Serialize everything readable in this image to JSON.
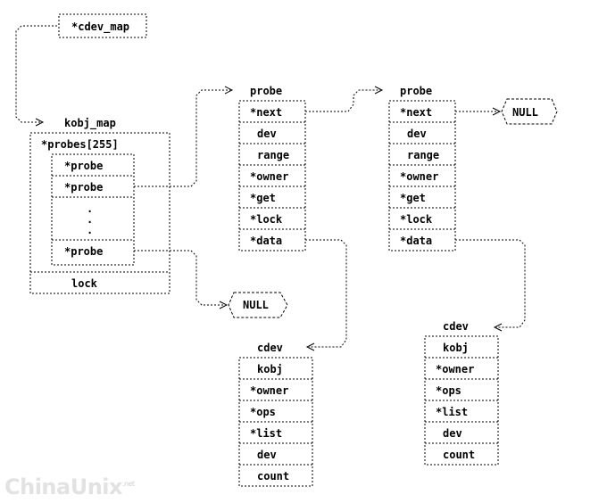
{
  "cdev_map": "*cdev_map",
  "kobj_map": {
    "title": "kobj_map",
    "probes": "*probes[255]",
    "probe1": "*probe",
    "probe2": "*probe",
    "dot1": ".",
    "dot2": ".",
    "dot3": ".",
    "probe3": "*probe",
    "lock": "lock"
  },
  "probe_a": {
    "title": "probe",
    "fields": [
      "*next",
      "dev",
      "range",
      "*owner",
      "*get",
      "*lock",
      "*data"
    ]
  },
  "probe_b": {
    "title": "probe",
    "fields": [
      "*next",
      "dev",
      "range",
      "*owner",
      "*get",
      "*lock",
      "*data"
    ]
  },
  "null_a": "NULL",
  "null_b": "NULL",
  "cdev_a": {
    "title": "cdev",
    "fields": [
      "kobj",
      "*owner",
      "*ops",
      "*list",
      "dev",
      "count"
    ]
  },
  "cdev_b": {
    "title": "cdev",
    "fields": [
      "kobj",
      "*owner",
      "*ops",
      "*list",
      "dev",
      "count"
    ]
  },
  "watermark": "ChinaUnix",
  "watermark_sup": ".net"
}
